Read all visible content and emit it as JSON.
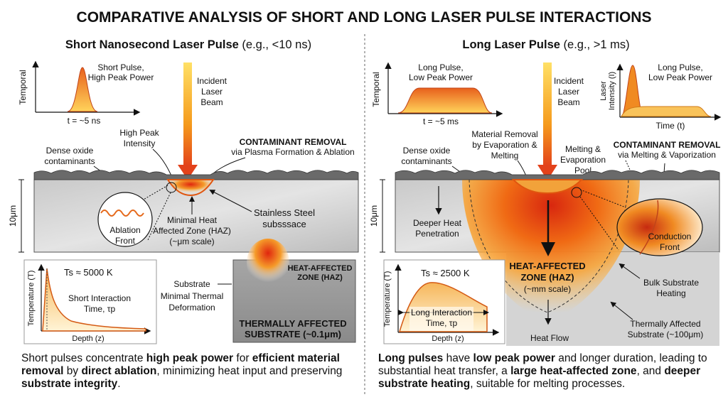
{
  "title": "COMPARATIVE ANALYSIS OF SHORT AND LONG LASER PULSE INTERACTIONS",
  "left": {
    "heading_bold": "Short Nanosecond Laser Pulse",
    "heading_rest": "(e.g., <10 ns)",
    "temporal_axis": "Temporal",
    "pulse_label_1": "Short Pulse,",
    "pulse_label_2": "High Peak Power",
    "pulse_time": "t = ~5 ns",
    "beam_1": "Incident",
    "beam_2": "Laser",
    "beam_3": "Beam",
    "peak_1": "High Peak",
    "peak_2": "Intensity",
    "removal_title": "CONTAMINANT REMOVAL",
    "removal_sub": "via Plasma Formation & Ablation",
    "oxide_1": "Dense oxide",
    "oxide_2": "contaminants",
    "thickness": "10μm",
    "ablation_1": "Ablation",
    "ablation_2": "Front",
    "haz_1": "Minimal Heat",
    "haz_2": "Affected Zone (HAZ)",
    "haz_3": "(~μm scale)",
    "steel_1": "Stainless Steel",
    "steel_2": "subsssace",
    "temp_axis": "Temperature (T)",
    "ts": "Ts ≈ 5000 K",
    "interaction_1": "Short Interaction",
    "interaction_2": "Time, τp",
    "depth_axis": "Depth (z)",
    "substrate_1": "Substrate",
    "substrate_2": "Minimal Thermal",
    "substrate_3": "Deformation",
    "inset_haz_1": "HEAT-AFFECTED",
    "inset_haz_2": "ZONE (HAZ)",
    "inset_sub_1": "THERMALLY AFFECTED",
    "inset_sub_2": "SUBSTRATE (~0.1μm)",
    "caption": [
      {
        "t": "Short pulses concentrate ",
        "b": false
      },
      {
        "t": "high peak power",
        "b": true
      },
      {
        "t": " for ",
        "b": false
      },
      {
        "t": "efficient material removal",
        "b": true
      },
      {
        "t": " by ",
        "b": false
      },
      {
        "t": "direct ablation",
        "b": true
      },
      {
        "t": ", minimizing heat input and preserving ",
        "b": false
      },
      {
        "t": "substrate integrity",
        "b": true
      },
      {
        "t": ".",
        "b": false
      }
    ]
  },
  "right": {
    "heading_bold": "Long Laser Pulse",
    "heading_rest": "(e.g., >1 ms)",
    "temporal_axis": "Temporal",
    "pulse_label_1": "Long Pulse,",
    "pulse_label_2": "Low Peak Power",
    "pulse_time": "t = ~5 ms",
    "beam_1": "Incident",
    "beam_2": "Laser",
    "beam_3": "Beam",
    "intensity_axis_1": "Laser",
    "intensity_axis_2": "Intensity (I)",
    "inset_pulse_1": "Long Pulse,",
    "inset_pulse_2": "Low Peak Power",
    "time_axis": "Time (t)",
    "evap_1": "Material Removal",
    "evap_2": "by Evaporation &",
    "evap_3": "Melting",
    "pool_1": "Melting &",
    "pool_2": "Evaporation",
    "pool_3": "Pool",
    "removal_title": "CONTAMINANT REMOVAL",
    "removal_sub": "via Melting & Vaporization",
    "oxide_1": "Dense oxide",
    "oxide_2": "contaminants",
    "thickness": "10μm",
    "deeper_1": "Deeper Heat",
    "deeper_2": "Penetration",
    "conduction_1": "Conduction",
    "conduction_2": "Front",
    "haz_1": "HEAT-AFFECTED",
    "haz_2": "ZONE (HAZ)",
    "haz_3": "(~mm scale)",
    "bulk_1": "Bulk Substrate",
    "bulk_2": "Heating",
    "temp_axis": "Temperature (T)",
    "ts": "Ts ≈ 2500 K",
    "interaction_1": "Long Interaction",
    "interaction_2": "Time, τp",
    "depth_axis": "Depth (z)",
    "heat_flow": "Heat Flow",
    "tas_1": "Thermally Affected",
    "tas_2": "Substrate (~100μm)",
    "caption": [
      {
        "t": "Long pulses",
        "b": true
      },
      {
        "t": " have ",
        "b": false
      },
      {
        "t": "low peak power",
        "b": true
      },
      {
        "t": " and longer duration, leading to substantial heat transfer, a ",
        "b": false
      },
      {
        "t": "large heat-affected zone",
        "b": true
      },
      {
        "t": ", and ",
        "b": false
      },
      {
        "t": "deeper substrate heating",
        "b": true
      },
      {
        "t": ", suitable for melting processes.",
        "b": false
      }
    ]
  }
}
